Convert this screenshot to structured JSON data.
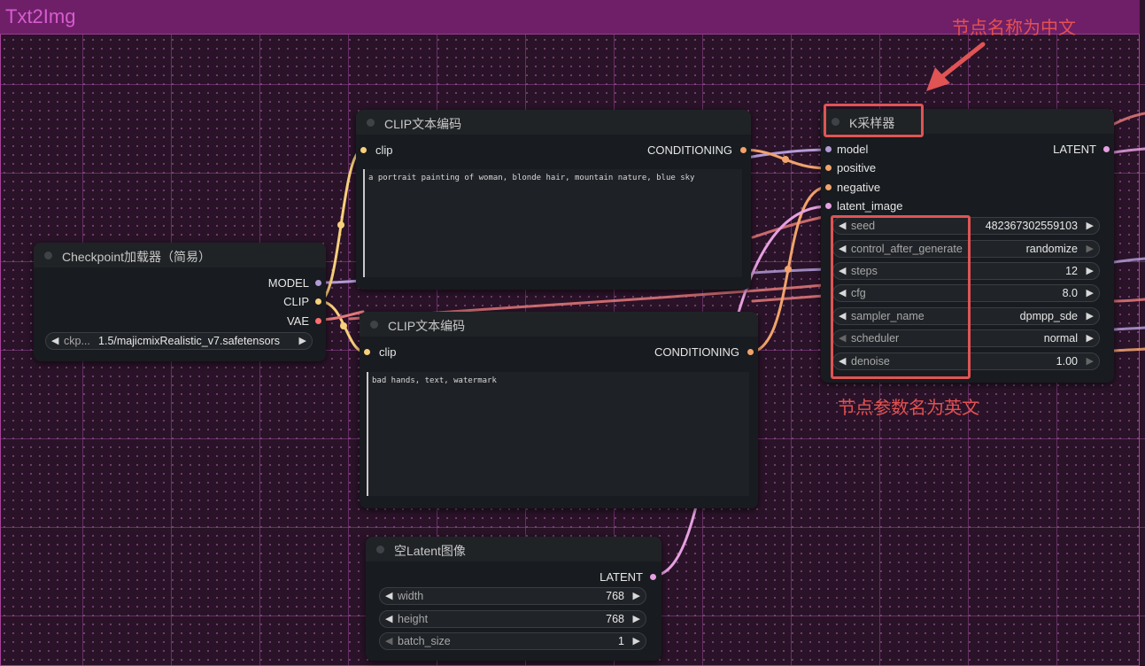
{
  "group": {
    "title": "Txt2Img"
  },
  "annotations": {
    "top_note": "节点名称为中文",
    "bottom_note": "节点参数名为英文"
  },
  "colors": {
    "model": "#b29bd6",
    "clip": "#f7d07a",
    "vae": "#ff6e6e",
    "conditioning": "#f1a36b",
    "latent": "#e6a0e1",
    "annotation": "#e05454"
  },
  "nodes": {
    "clip_pos": {
      "title": "CLIP文本编码",
      "input": "clip",
      "output": "CONDITIONING",
      "text": "a portrait painting of woman, blonde hair, mountain nature, blue sky"
    },
    "clip_neg": {
      "title": "CLIP文本编码",
      "input": "clip",
      "output": "CONDITIONING",
      "text": "bad hands, text, watermark"
    },
    "checkpoint": {
      "title": "Checkpoint加载器（简易）",
      "outputs": [
        "MODEL",
        "CLIP",
        "VAE"
      ],
      "ckpt_name": "ckp...",
      "ckpt_value": "1.5/majicmixRealistic_v7.safetensors"
    },
    "ksampler": {
      "title": "K采样器",
      "inputs": [
        "model",
        "positive",
        "negative",
        "latent_image"
      ],
      "output": "LATENT",
      "widgets": [
        {
          "name": "seed",
          "value": "482367302559103"
        },
        {
          "name": "control_after_generate",
          "value": "randomize"
        },
        {
          "name": "steps",
          "value": "12"
        },
        {
          "name": "cfg",
          "value": "8.0"
        },
        {
          "name": "sampler_name",
          "value": "dpmpp_sde"
        },
        {
          "name": "scheduler",
          "value": "normal"
        },
        {
          "name": "denoise",
          "value": "1.00"
        }
      ]
    },
    "latent": {
      "title": "空Latent图像",
      "output": "LATENT",
      "widgets": [
        {
          "name": "width",
          "value": "768"
        },
        {
          "name": "height",
          "value": "768"
        },
        {
          "name": "batch_size",
          "value": "1"
        }
      ]
    }
  }
}
